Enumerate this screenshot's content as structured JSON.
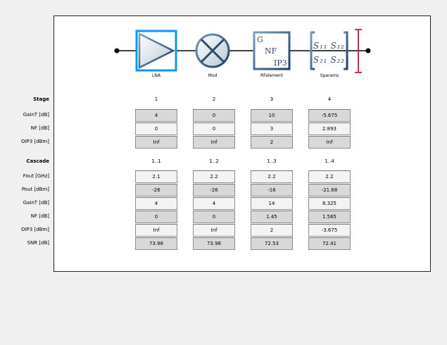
{
  "diagram": {
    "blocks": [
      "LNA",
      "Mod",
      "RFelement",
      "Sparams"
    ],
    "rf_text": [
      "G",
      "NF",
      "IP3"
    ],
    "sparam_text": [
      "S11",
      "S12",
      "S21",
      "S22"
    ]
  },
  "stage": {
    "header": "Stage",
    "columns": [
      "1",
      "2",
      "3",
      "4"
    ],
    "rows": [
      {
        "label": "GainT [dB]",
        "values": [
          "4",
          "0",
          "10",
          "-5.675"
        ]
      },
      {
        "label": "NF [dB]",
        "values": [
          "0",
          "0",
          "3",
          "2.893"
        ]
      },
      {
        "label": "OIP3 [dBm]",
        "values": [
          "Inf",
          "Inf",
          "2",
          "Inf"
        ]
      }
    ]
  },
  "cascade": {
    "header": "Cascade",
    "columns": [
      "1..1",
      "1..2",
      "1..3",
      "1..4"
    ],
    "rows": [
      {
        "label": "Fout [GHz]",
        "values": [
          "2.1",
          "2.2",
          "2.2",
          "2.2"
        ]
      },
      {
        "label": "Pout [dBm]",
        "values": [
          "-26",
          "-26",
          "-16",
          "-21.68"
        ]
      },
      {
        "label": "GainT [dB]",
        "values": [
          "4",
          "4",
          "14",
          "8.325"
        ]
      },
      {
        "label": "NF [dB]",
        "values": [
          "0",
          "0",
          "1.45",
          "1.565"
        ]
      },
      {
        "label": "OIP3 [dBm]",
        "values": [
          "Inf",
          "Inf",
          "2",
          "-3.675"
        ]
      },
      {
        "label": "SNR [dB]",
        "values": [
          "73.98",
          "73.98",
          "72.53",
          "72.41"
        ]
      }
    ]
  }
}
